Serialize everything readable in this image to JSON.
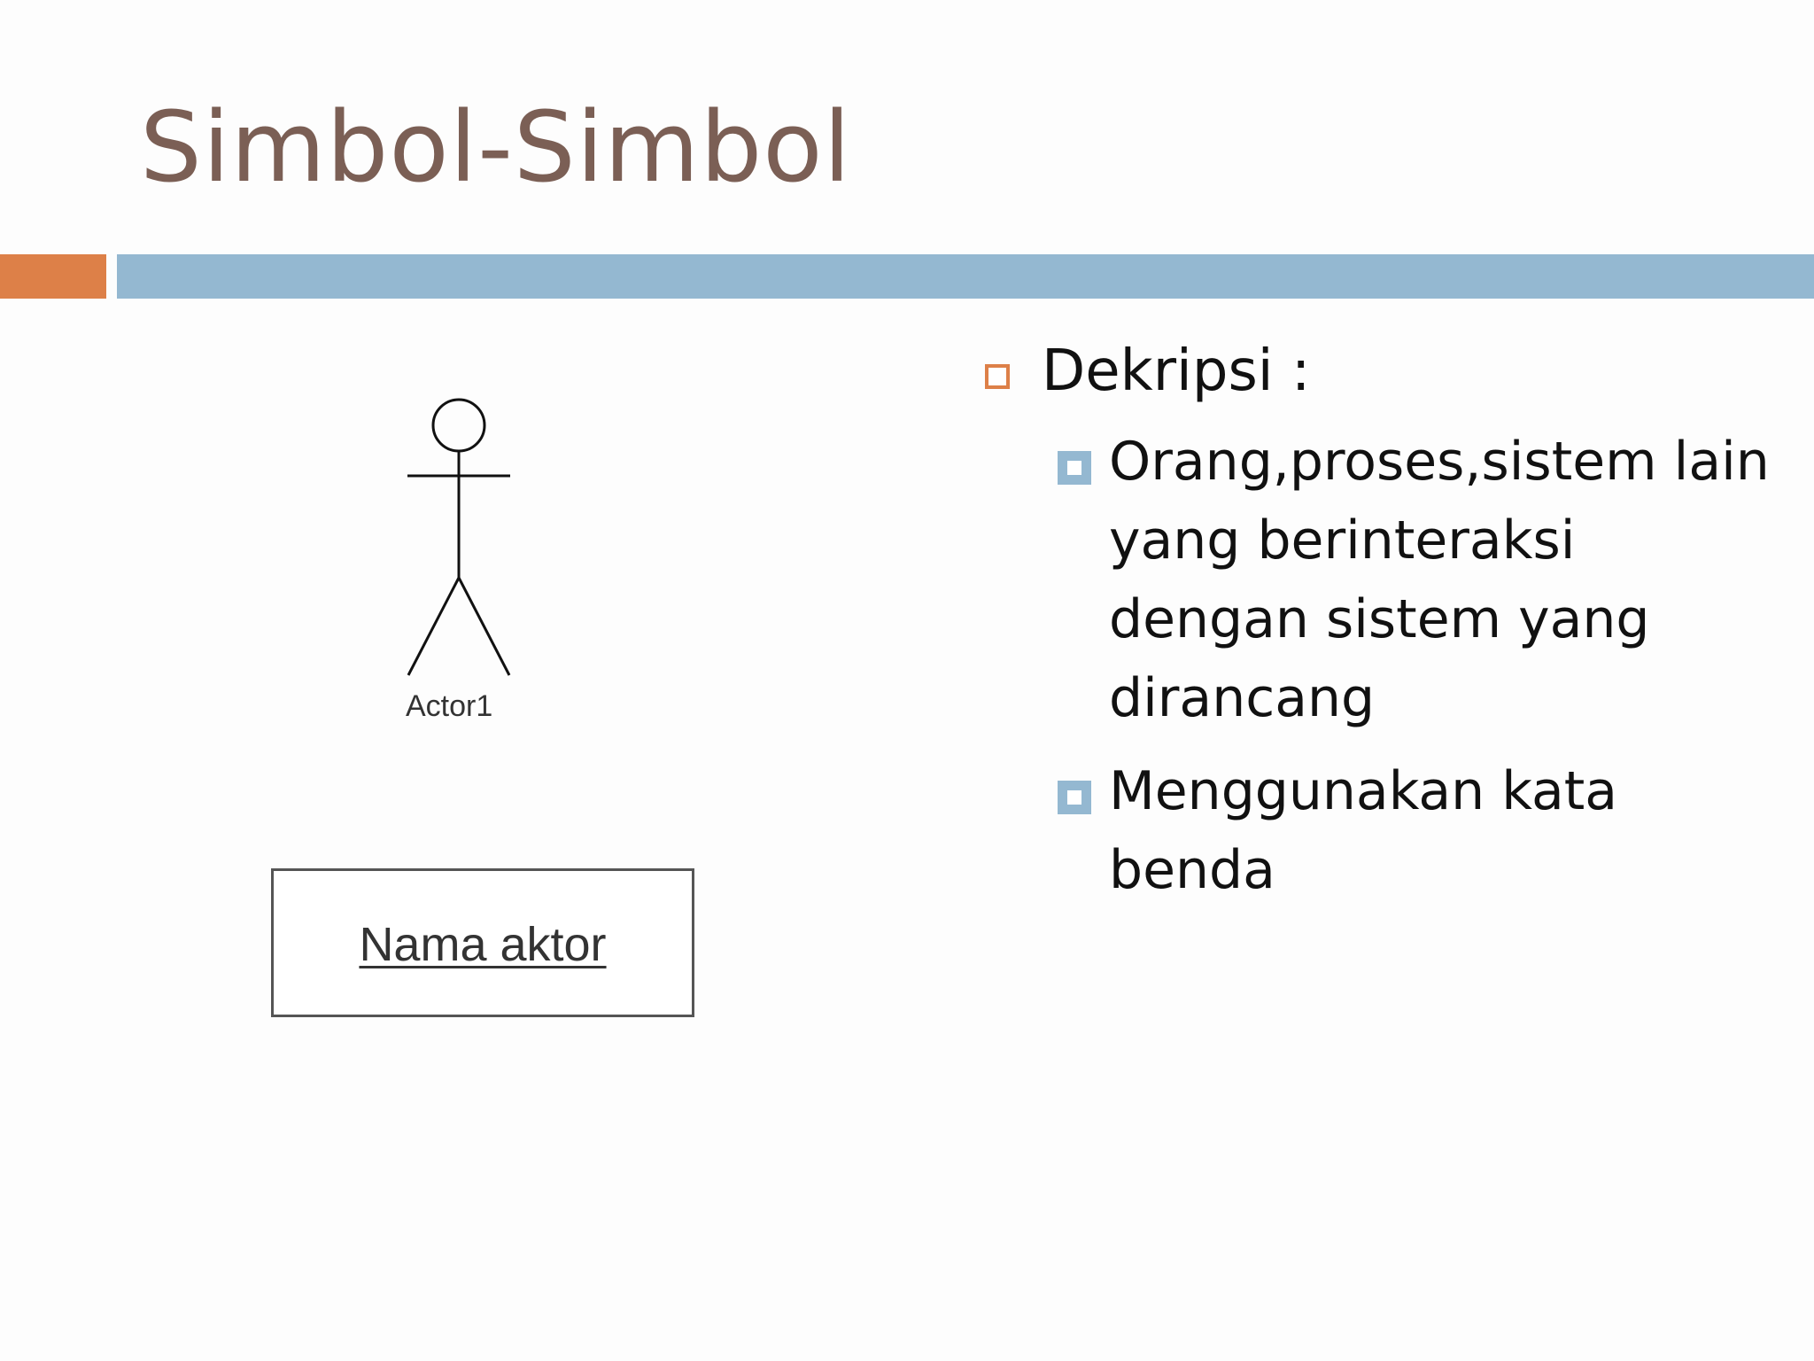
{
  "slide": {
    "title": "Simbol-Simbol",
    "accent_colors": {
      "title": "#7b5f55",
      "orange": "#dd8048",
      "blue": "#94b8d1"
    }
  },
  "figure": {
    "actor_label": "Actor1",
    "name_box_label": "Nama aktor"
  },
  "content": {
    "heading": "Dekripsi :",
    "bullets": [
      "Orang,proses,sistem lain yang berinteraksi dengan sistem yang dirancang",
      "Menggunakan kata benda"
    ]
  }
}
